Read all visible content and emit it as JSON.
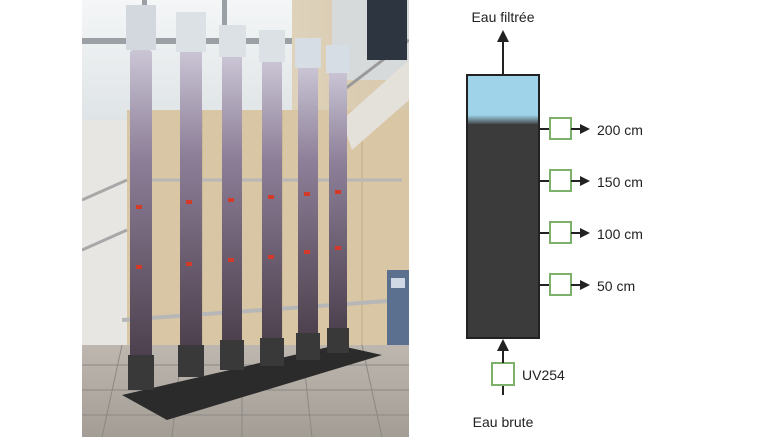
{
  "diagram": {
    "top_label": "Eau filtrée",
    "bottom_label": "Eau brute",
    "inlet_sensor": "UV254",
    "sampling_ports": [
      {
        "label": "200 cm",
        "height_cm": 200
      },
      {
        "label": "150 cm",
        "height_cm": 150
      },
      {
        "label": "100 cm",
        "height_cm": 100
      },
      {
        "label": "50 cm",
        "height_cm": 50
      }
    ],
    "colors": {
      "water": "#9fd3ea",
      "media": "#3b3b3b",
      "sensor_border": "#7db06a",
      "arrow": "#222222"
    }
  },
  "photo": {
    "column_count": 6
  }
}
